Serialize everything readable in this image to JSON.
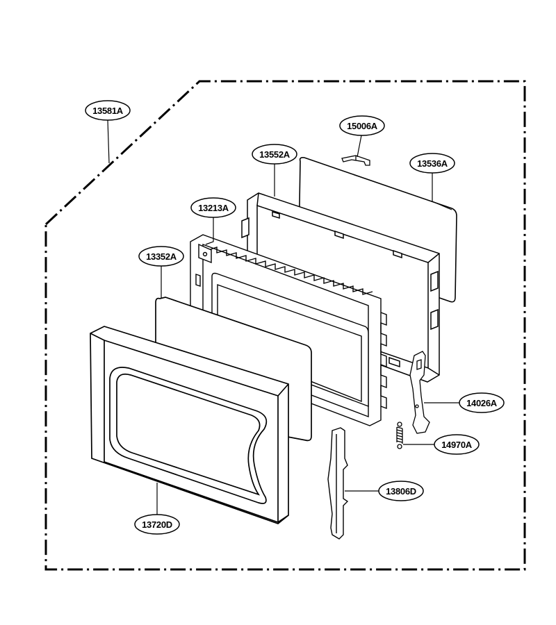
{
  "diagram": {
    "callouts": [
      {
        "id": "c13581A",
        "label": "13581A"
      },
      {
        "id": "c15006A",
        "label": "15006A"
      },
      {
        "id": "c13552A",
        "label": "13552A"
      },
      {
        "id": "c13536A",
        "label": "13536A"
      },
      {
        "id": "c13213A",
        "label": "13213A"
      },
      {
        "id": "c13352A",
        "label": "13352A"
      },
      {
        "id": "c14026A",
        "label": "14026A"
      },
      {
        "id": "c14970A",
        "label": "14970A"
      },
      {
        "id": "c13806D",
        "label": "13806D"
      },
      {
        "id": "c13720D",
        "label": "13720D"
      }
    ]
  }
}
